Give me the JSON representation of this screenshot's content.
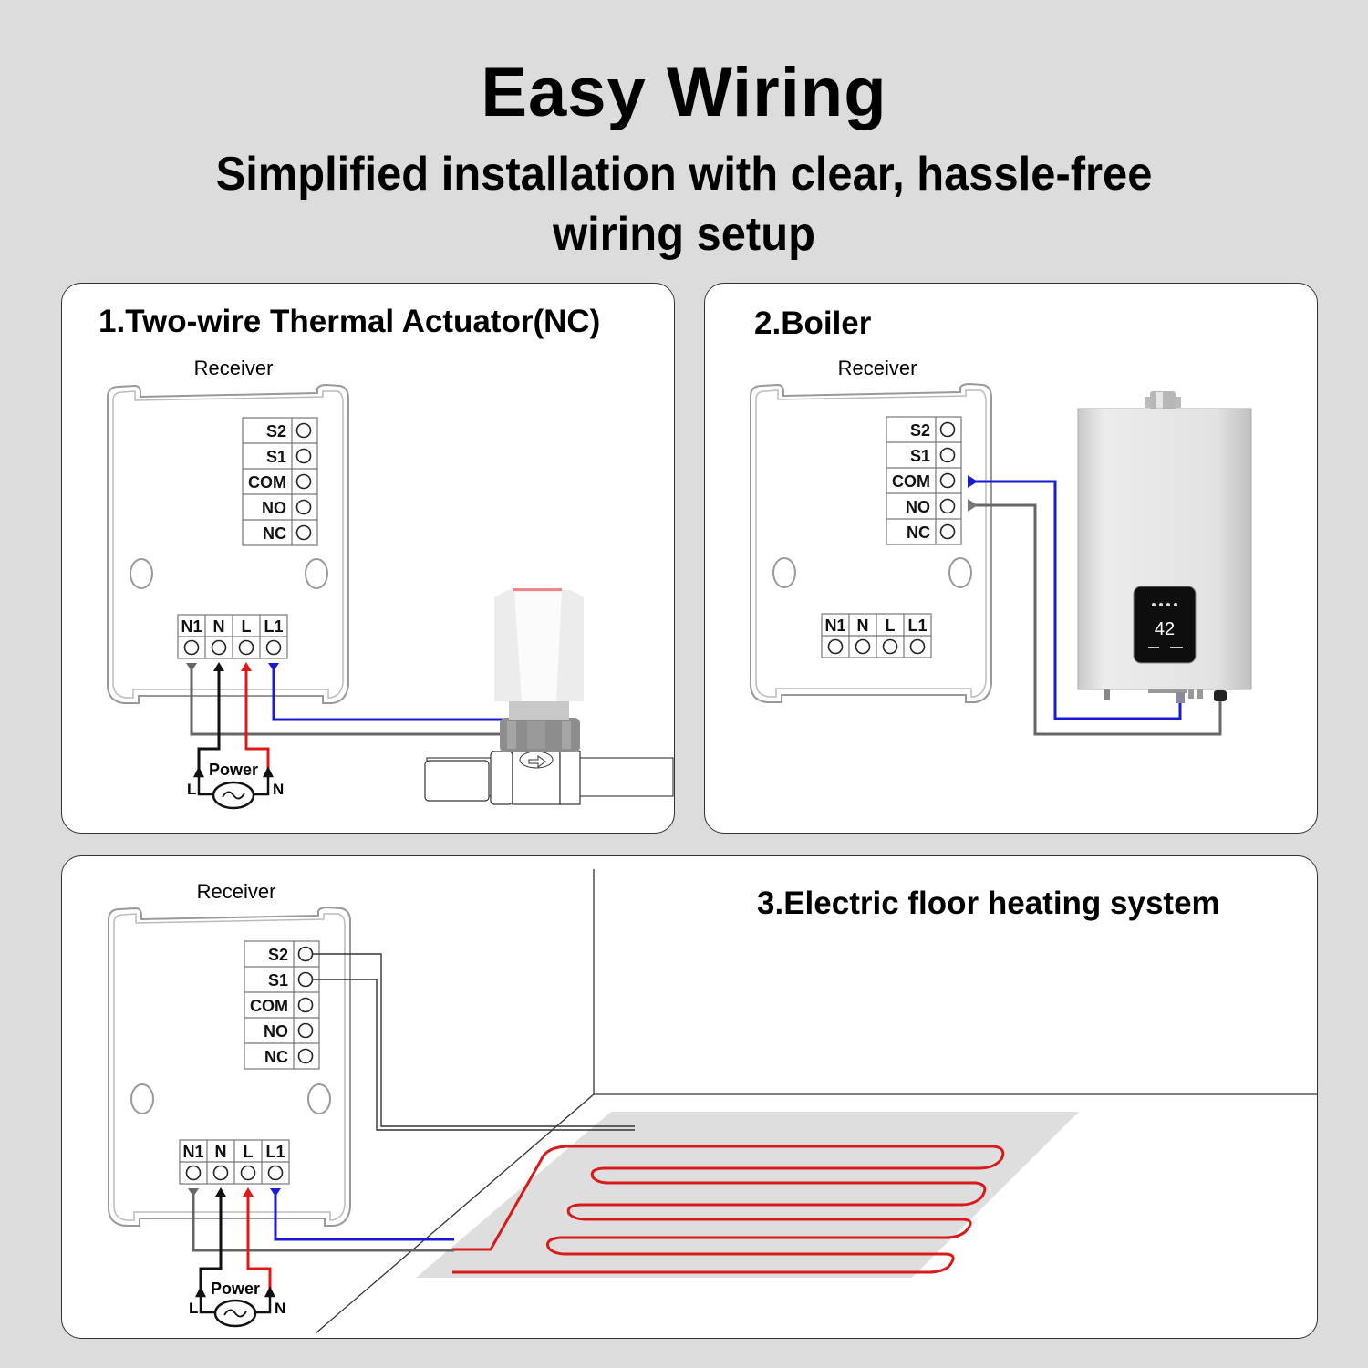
{
  "header": {
    "title": "Easy Wiring",
    "subtitle_line1": "Simplified installation with clear, hassle-free",
    "subtitle_line2": "wiring setup"
  },
  "panels": [
    {
      "title": "1.Two-wire Thermal Actuator(NC)",
      "receiver_label": "Receiver",
      "relay_terminals": [
        "S2",
        "S1",
        "COM",
        "NO",
        "NC"
      ],
      "power_terminals": [
        "N1",
        "N",
        "L",
        "L1"
      ],
      "power_source": {
        "label": "Power",
        "left": "L",
        "right": "N"
      },
      "device": "thermal-actuator-valve"
    },
    {
      "title": "2.Boiler",
      "receiver_label": "Receiver",
      "relay_terminals": [
        "S2",
        "S1",
        "COM",
        "NO",
        "NC"
      ],
      "power_terminals": [
        "N1",
        "N",
        "L",
        "L1"
      ],
      "device": "gas-boiler",
      "boiler_display": "42"
    },
    {
      "title": "3.Electric floor heating system",
      "receiver_label": "Receiver",
      "relay_terminals": [
        "S2",
        "S1",
        "COM",
        "NO",
        "NC"
      ],
      "power_terminals": [
        "N1",
        "N",
        "L",
        "L1"
      ],
      "power_source": {
        "label": "Power",
        "left": "L",
        "right": "N"
      },
      "device": "floor-heating-cable"
    }
  ],
  "colors": {
    "background": "#dcdcdc",
    "wire_blue": "#1a1ad6",
    "wire_red": "#e01818",
    "wire_gray": "#666666",
    "wire_black": "#111111",
    "heating_mat": "#dedede"
  }
}
